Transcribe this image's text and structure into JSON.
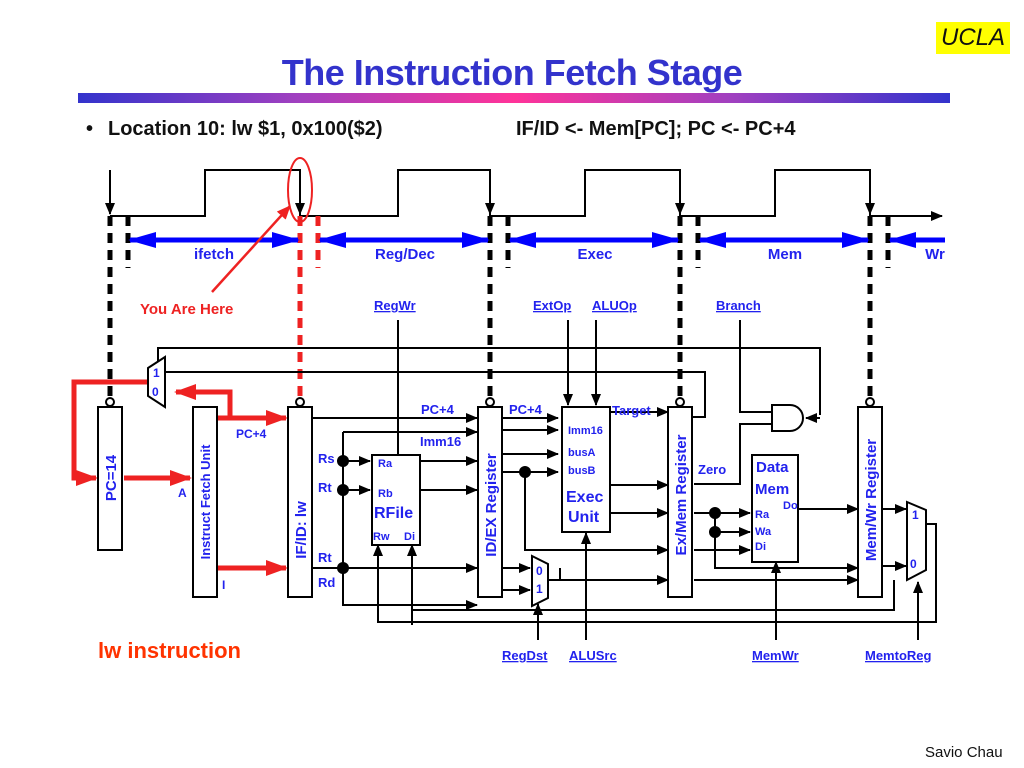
{
  "logo": {
    "text": "UCLA",
    "background": "#ffff00"
  },
  "title": "The Instruction Fetch Stage",
  "bullet": {
    "text": "Location 10: lw $1, 0x100($2)",
    "rtl": "IF/ID <- Mem[PC];  PC <- PC+4"
  },
  "timing": {
    "stages": [
      "ifetch",
      "Reg/Dec",
      "Exec",
      "Mem",
      "Wr"
    ],
    "annotation": "You Are Here"
  },
  "control_signals": {
    "top": [
      "RegWr",
      "ExtOp",
      "ALUOp",
      "Branch"
    ],
    "bottom": [
      "RegDst",
      "ALUSrc",
      "MemWr",
      "MemtoReg"
    ]
  },
  "blocks": {
    "pc": "PC=14",
    "ifu": "Instruct Fetch Unit",
    "ifid": "IF/ID: lw",
    "idex": "ID/EX Register",
    "exmem": "Ex/Mem Register",
    "memwr": "Mem/Wr Register",
    "rfile": "RFile",
    "exec1": "Exec",
    "exec2": "Unit",
    "dmem1": "Data",
    "dmem2": "Mem"
  },
  "ports": {
    "ifu_a": "A",
    "ifu_i": "I",
    "ifu_pc4": "PC+4",
    "rs": "Rs",
    "rt1": "Rt",
    "rt2": "Rt",
    "rd": "Rd",
    "ra": "Ra",
    "rb": "Rb",
    "rw": "Rw",
    "di": "Di",
    "pc4_a": "PC+4",
    "imm16_a": "Imm16",
    "pc4_b": "PC+4",
    "imm16_b": "Imm16",
    "busA": "busA",
    "busB": "busB",
    "target": "Target",
    "zero": "Zero",
    "dm_ra": "Ra",
    "dm_wa": "Wa",
    "dm_di": "Di",
    "dm_do": "Do",
    "mux_pc_1": "1",
    "mux_pc_0": "0",
    "mux_regdst_0": "0",
    "mux_regdst_1": "1",
    "mux_wb_1": "1",
    "mux_wb_0": "0"
  },
  "footer": {
    "label": "lw instruction",
    "author": "Savio Chau"
  },
  "colors": {
    "title": "#3333cc",
    "stage_arrows": "#0000ff",
    "active_path": "#ee2222",
    "label_red": "#ff3300"
  }
}
